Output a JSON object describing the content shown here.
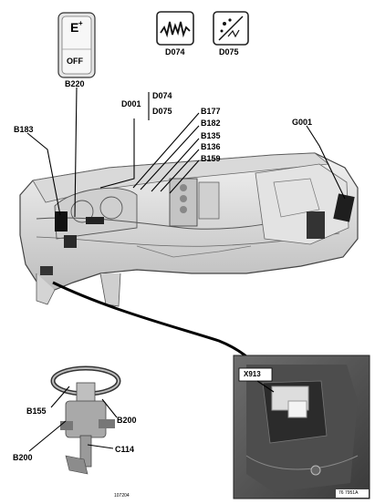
{
  "switch": {
    "top_symbol": "E",
    "bottom_text": "OFF"
  },
  "connectors": {
    "b220": "B220",
    "d074": "D074",
    "d075": "D075",
    "d001": "D001",
    "d074_sub": "D074",
    "d075_sub": "D075",
    "b177": "B177",
    "b182": "B182",
    "b135": "B135",
    "b136": "B136",
    "b159": "B159",
    "b183": "B183",
    "g001": "G001",
    "x913": "X913",
    "b155": "B155",
    "b200_right": "B200",
    "b200_left": "B200",
    "c114": "C114"
  },
  "codes": {
    "steering_code": "107204",
    "inset_code": "76 7951A"
  }
}
